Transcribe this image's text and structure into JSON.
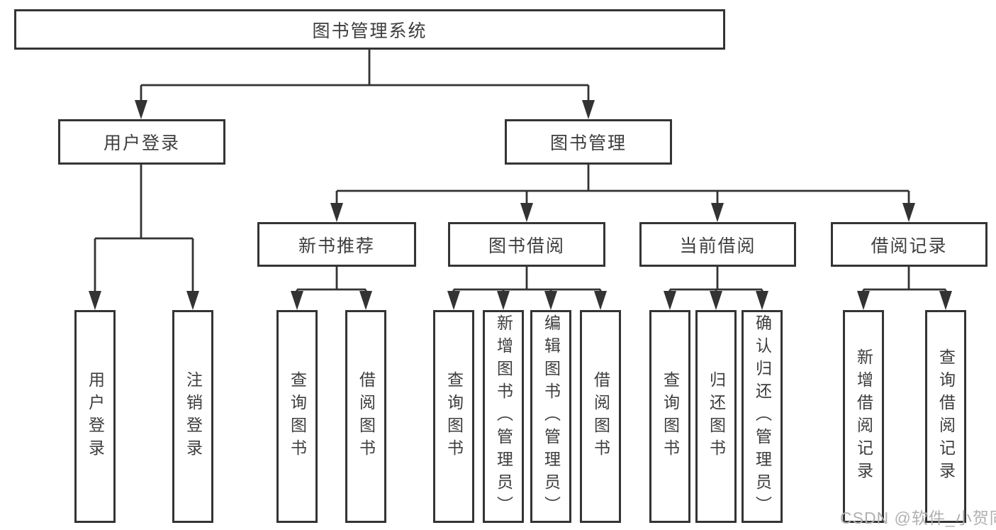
{
  "tree": {
    "label": "图书管理系统",
    "children": [
      {
        "label": "用户登录",
        "children": [
          {
            "label": "用户登录"
          },
          {
            "label": "注销登录"
          }
        ]
      },
      {
        "label": "图书管理",
        "children": [
          {
            "label": "新书推荐",
            "children": [
              {
                "label": "查询图书"
              },
              {
                "label": "借阅图书"
              }
            ]
          },
          {
            "label": "图书借阅",
            "children": [
              {
                "label": "查询图书"
              },
              {
                "label": "新增图书（管理员）"
              },
              {
                "label": "编辑图书（管理员）"
              },
              {
                "label": "借阅图书"
              }
            ]
          },
          {
            "label": "当前借阅",
            "children": [
              {
                "label": "查询图书"
              },
              {
                "label": "归还图书"
              },
              {
                "label": "确认归还（管理员）"
              }
            ]
          },
          {
            "label": "借阅记录",
            "children": [
              {
                "label": "新增借阅记录"
              },
              {
                "label": "查询借阅记录"
              }
            ]
          }
        ]
      }
    ]
  },
  "watermark": {
    "text": "CSDN @软件_小贺同学",
    "color": "#b0b0b0"
  },
  "colors": {
    "line": "#333333",
    "box_border": "#343434",
    "text": "#3d3d3d",
    "background": "#ffffff"
  }
}
